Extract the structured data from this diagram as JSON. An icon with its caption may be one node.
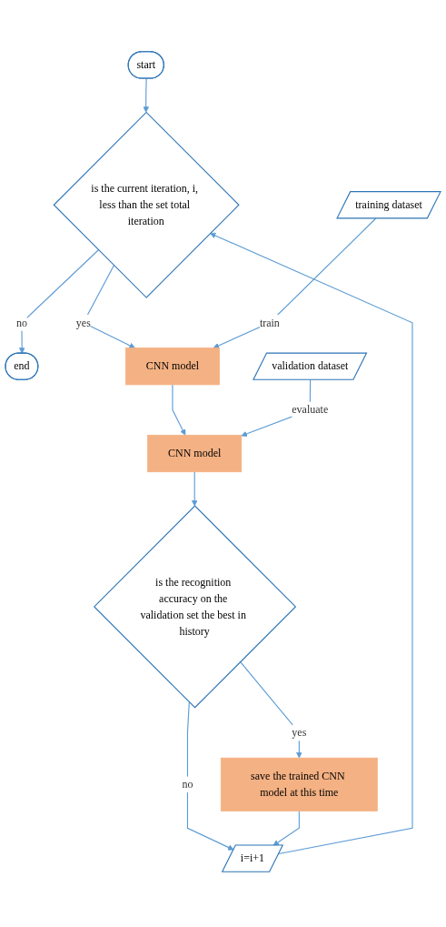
{
  "diagram": {
    "nodes": [
      {
        "text": [
          "start"
        ]
      },
      {
        "text": [
          "is the current iteration, i, less than the set total iteration"
        ]
      },
      {
        "text": [
          "end"
        ]
      },
      {
        "text": [
          "training dataset"
        ]
      },
      {
        "text": [
          "CNN model"
        ]
      },
      {
        "text": [
          "validation dataset"
        ]
      },
      {
        "text": [
          "CNN model"
        ]
      },
      {
        "text": [
          "is the recognition accuracy on the validation set the best in history"
        ]
      },
      {
        "text": [
          "save the trained CNN model at this time"
        ]
      },
      {
        "text": [
          "i=i+1"
        ]
      }
    ],
    "edges": [
      {
        "from": 0,
        "to": 1,
        "arrow": "to"
      },
      {
        "from": 1,
        "to": 2,
        "arrow": "to",
        "label": "no"
      },
      {
        "from": 1,
        "to": 4,
        "arrow": "to",
        "label": "yes"
      },
      {
        "from": 3,
        "to": 4,
        "arrow": "to",
        "label": "train"
      },
      {
        "from": 4,
        "to": 6,
        "arrow": "to"
      },
      {
        "from": 5,
        "to": 6,
        "arrow": "to",
        "label": "evaluate"
      },
      {
        "from": 6,
        "to": 7,
        "arrow": "to"
      },
      {
        "from": 7,
        "to": 8,
        "arrow": "to",
        "label": "yes"
      },
      {
        "from": 7,
        "to": 9,
        "arrow": "to",
        "label": "no"
      },
      {
        "from": 8,
        "to": 9,
        "arrow": "to"
      },
      {
        "from": 9,
        "to": 1,
        "arrow": "to"
      }
    ]
  }
}
